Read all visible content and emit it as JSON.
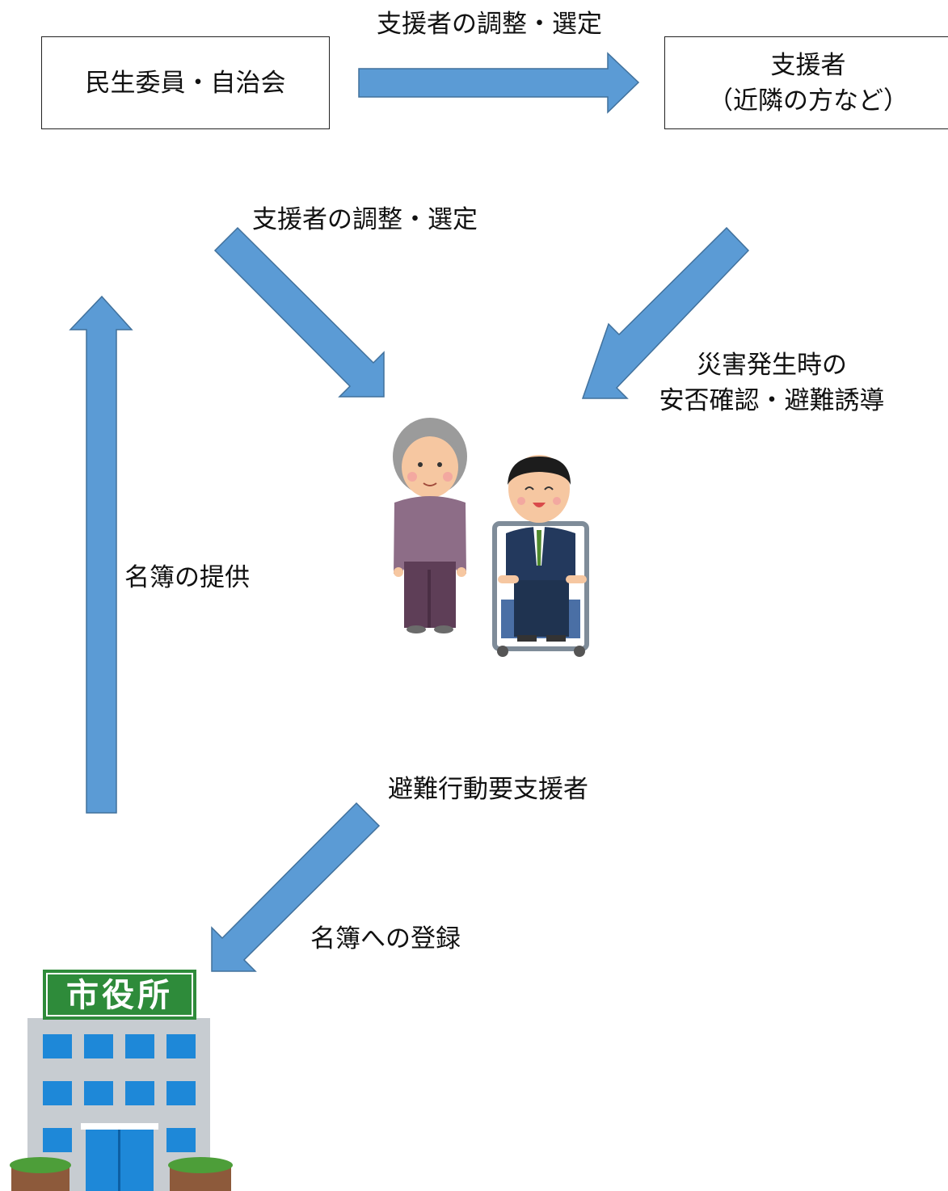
{
  "boxes": {
    "minsei": "民生委員・自治会",
    "supporter_line1": "支援者",
    "supporter_line2": "（近隣の方など）"
  },
  "labels": {
    "top_arrow": "支援者の調整・選定",
    "mid_arrow": "支援者の調整・選定",
    "disaster_line1": "災害発生時の",
    "disaster_line2": "安否確認・避難誘導",
    "list_provide": "名簿の提供",
    "evacuee": "避難行動要支援者",
    "list_register": "名簿への登録"
  },
  "city_hall": {
    "sign": "市役所"
  },
  "colors": {
    "arrow_fill": "#5b9bd5",
    "arrow_stroke": "#41719c",
    "sign_green": "#2e8b3a",
    "building_gray": "#c7ccd1",
    "window_blue": "#1e88d8"
  }
}
